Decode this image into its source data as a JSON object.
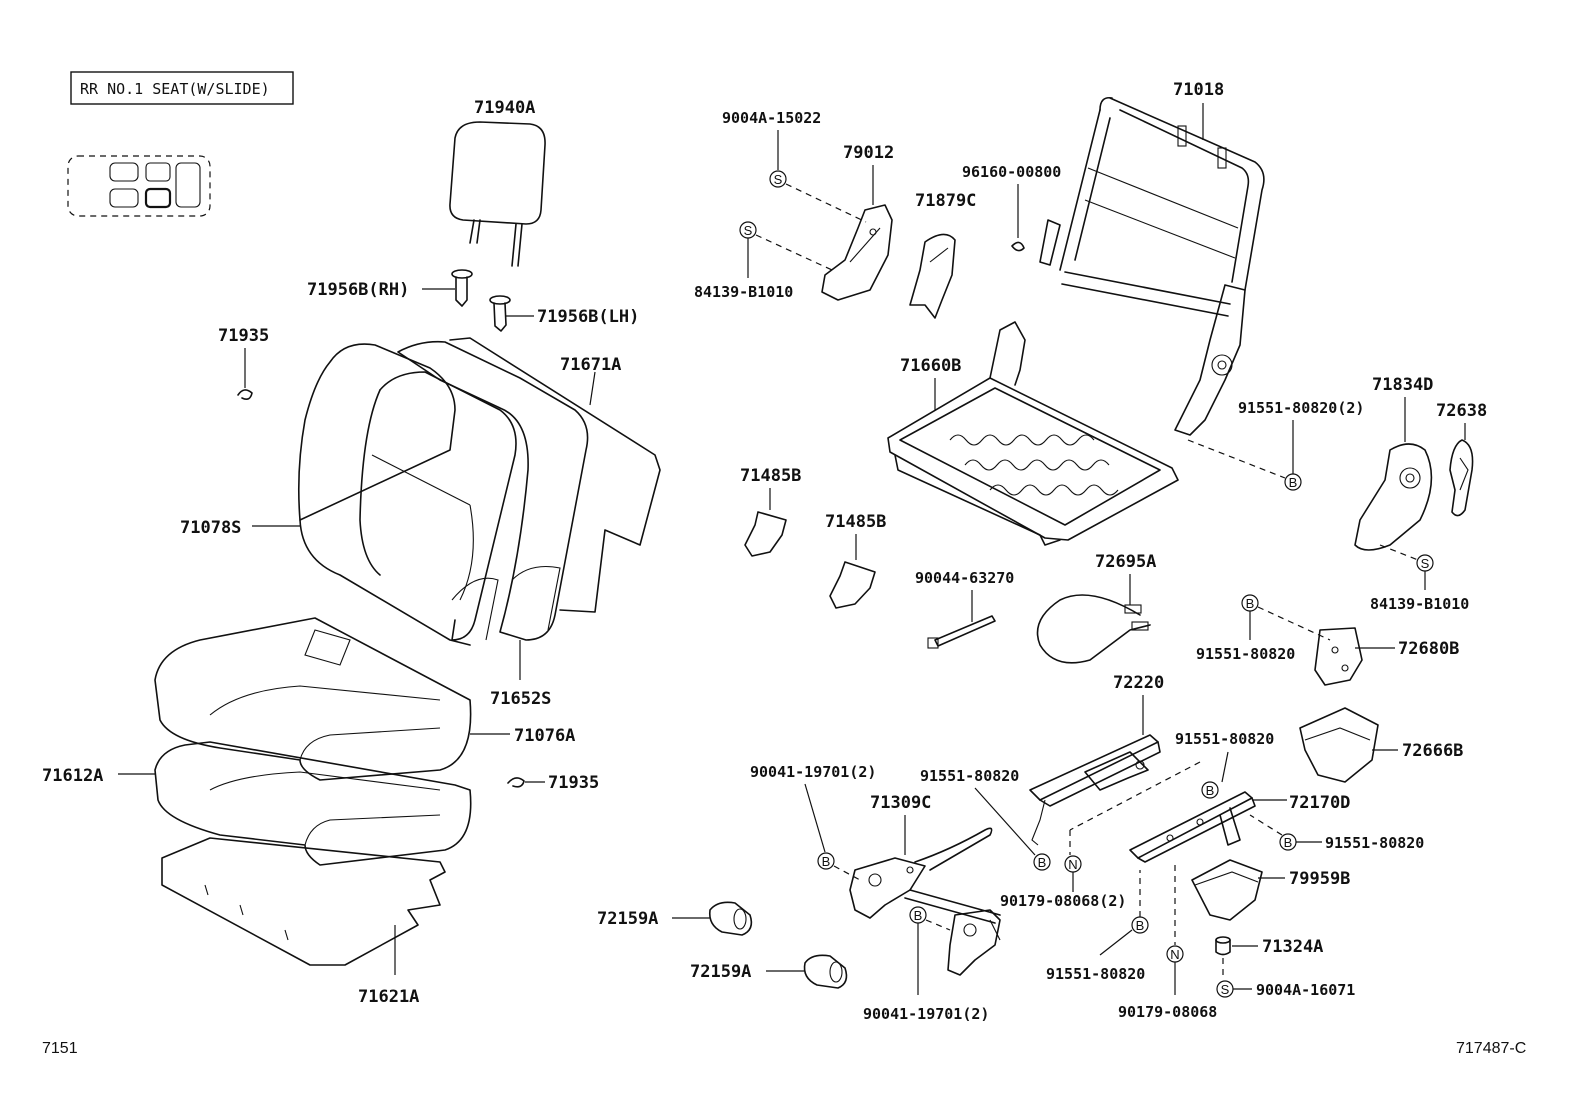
{
  "diagram": {
    "title": "RR NO.1 SEAT(W/SLIDE)",
    "page_code": "7151",
    "diagram_code": "717487-C",
    "marker_letters": {
      "S": "S",
      "B": "B",
      "N": "N"
    },
    "labels": {
      "p71940A": "71940A",
      "p71956B_rh": "71956B(RH)",
      "p71956B_lh": "71956B(LH)",
      "p71935_a": "71935",
      "p71671A": "71671A",
      "p71078S": "71078S",
      "p71652S": "71652S",
      "p71076A": "71076A",
      "p71612A": "71612A",
      "p71935_b": "71935",
      "p71621A": "71621A",
      "p9004A_15022": "9004A-15022",
      "p79012": "79012",
      "p84139_a": "84139-B1010",
      "p71879C": "71879C",
      "p96160": "96160-00800",
      "p71018": "71018",
      "p71660B": "71660B",
      "p91551_2_a": "91551-80820(2)",
      "p71834D": "71834D",
      "p72638": "72638",
      "p84139_b": "84139-B1010",
      "p71485B_a": "71485B",
      "p71485B_b": "71485B",
      "p90044": "90044-63270",
      "p72695A": "72695A",
      "p91551_a": "91551-80820",
      "p72680B": "72680B",
      "p72220": "72220",
      "p91551_b": "91551-80820",
      "p72666B": "72666B",
      "p90041_a": "90041-19701(2)",
      "p91551_c": "91551-80820",
      "p71309C": "71309C",
      "p72170D": "72170D",
      "p91551_d": "91551-80820",
      "p79959B": "79959B",
      "p90179_2": "90179-08068(2)",
      "p72159A_a": "72159A",
      "p72159A_b": "72159A",
      "p71324A": "71324A",
      "p91551_e": "91551-80820",
      "p9004A_16071": "9004A-16071",
      "p90041_b": "90041-19701(2)",
      "p90179": "90179-08068"
    }
  }
}
